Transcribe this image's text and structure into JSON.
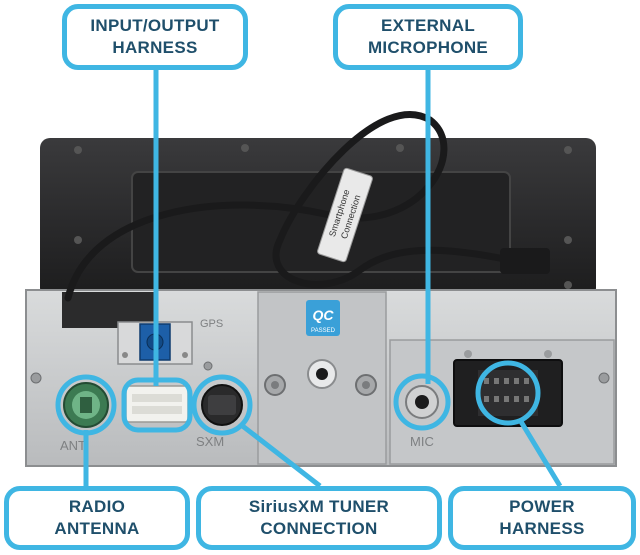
{
  "callouts": {
    "io_harness": {
      "line1": "INPUT/OUTPUT",
      "line2": "HARNESS"
    },
    "external_mic": {
      "line1": "EXTERNAL",
      "line2": "MICROPHONE"
    },
    "radio_antenna": {
      "line1": "RADIO",
      "line2": "ANTENNA"
    },
    "siriusxm": {
      "line1": "SiriusXM TUNER",
      "line2": "CONNECTION"
    },
    "power_harness": {
      "line1": "POWER",
      "line2": "HARNESS"
    }
  },
  "unit_labels": {
    "gps": "GPS",
    "ant": "ANT",
    "sxm": "SXM",
    "mic": "MIC",
    "qc_badge": "QC",
    "qc_sub": "PASSED",
    "cable_tag_line1": "Smartphone",
    "cable_tag_line2": "Connection"
  },
  "colors": {
    "accent": "#3fb6e3",
    "callout_text": "#1f4f6b",
    "chassis": "#c9cbcc",
    "screen": "#2a2a2b"
  }
}
